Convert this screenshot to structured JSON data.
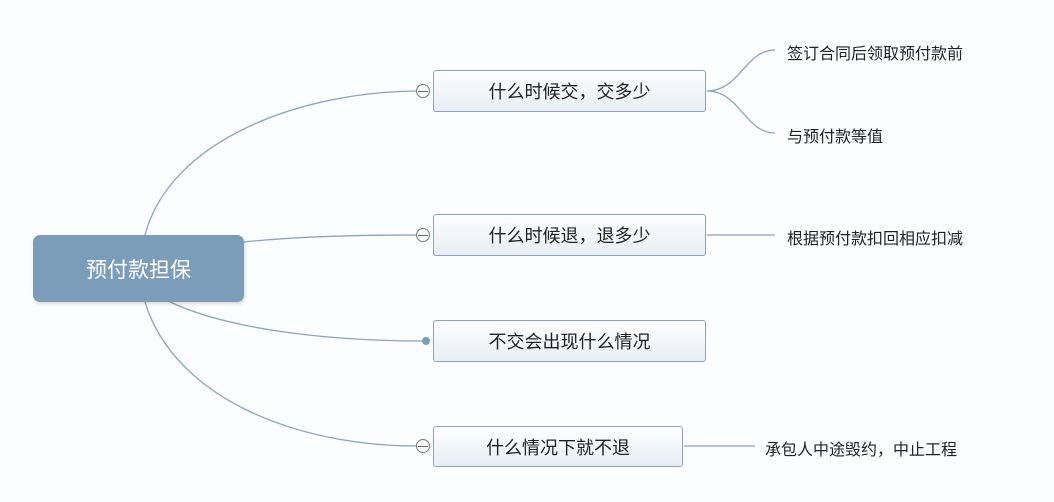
{
  "root": {
    "label": "预付款担保"
  },
  "topics": [
    {
      "label": "什么时候交，交多少",
      "children": [
        "签订合同后领取预付款前",
        "与预付款等值"
      ]
    },
    {
      "label": "什么时候退，退多少",
      "children": [
        "根据预付款扣回相应扣减"
      ]
    },
    {
      "label": "不交会出现什么情况",
      "children": []
    },
    {
      "label": "什么情况下就不退",
      "children": [
        "承包人中途毁约，中止工程"
      ]
    }
  ],
  "colors": {
    "root": "#7c9dba",
    "line": "#8ea3ba"
  }
}
